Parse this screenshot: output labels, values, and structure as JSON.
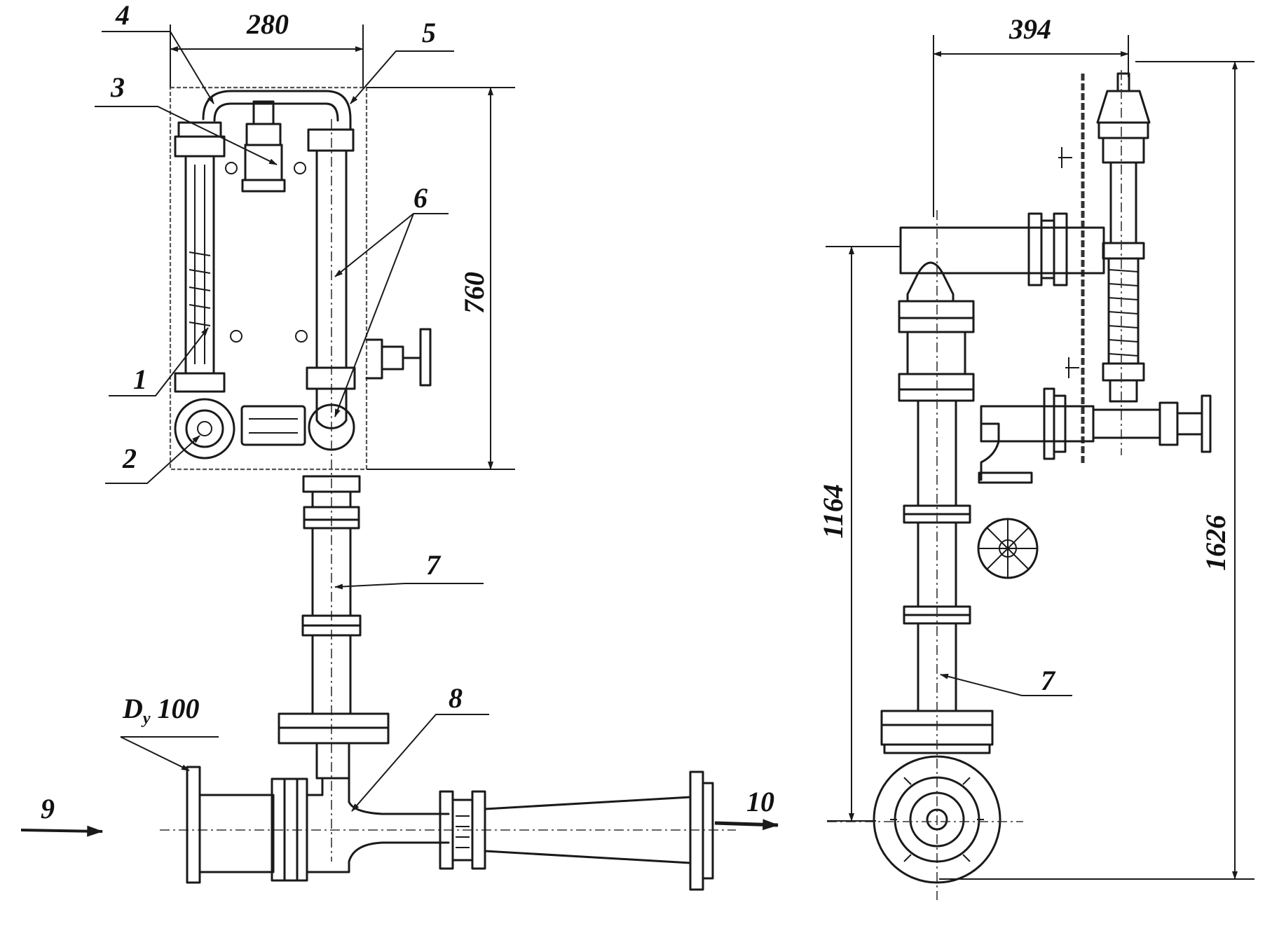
{
  "colors": {
    "ink": "#1a1a1a",
    "paper": "#ffffff"
  },
  "front_view": {
    "dimensions": {
      "width": "280",
      "height": "760"
    },
    "callouts": [
      "1",
      "2",
      "3",
      "4",
      "5",
      "6",
      "7",
      "8"
    ],
    "nominal_diameter": "D",
    "nominal_diameter_subscript": "y",
    "nominal_diameter_value": "100",
    "flow_in": "9",
    "flow_out": "10"
  },
  "side_view": {
    "dimensions": {
      "width": "394",
      "height_lower": "1164",
      "height_total": "1626"
    },
    "callouts": [
      "7"
    ]
  }
}
